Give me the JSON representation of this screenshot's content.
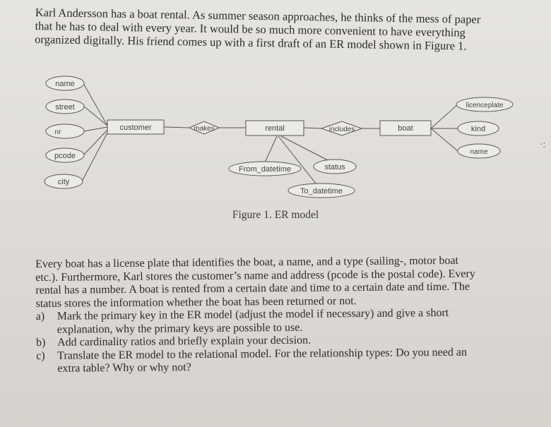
{
  "intro": [
    "Karl Andersson has a boat rental. As summer season approaches, he thinks of the mess of paper",
    "that he has to deal with every year. It would be so much more convenient to have everything",
    "organized digitally. His friend comes up with a first draft of an ER model shown in Figure 1."
  ],
  "diagram": {
    "entities": [
      "customer",
      "rental",
      "boat"
    ],
    "relationships": [
      "makes",
      "includes"
    ],
    "customer_attributes": [
      "name",
      "street",
      "nr",
      "pcode",
      "city"
    ],
    "rental_attributes": [
      "From_datetime",
      "status",
      "To_datetime"
    ],
    "boat_attributes": [
      "licenceplate",
      "kind",
      "name"
    ]
  },
  "caption": "Figure 1. ER model",
  "body": [
    "Every boat has a license plate that identifies the boat, a name, and a type (sailing-, motor boat",
    "etc.). Furthermore, Karl stores the customer’s name and address (pcode is the postal code). Every",
    "rental has a number. A boat is rented from a certain date and time to a certain date and time. The",
    "status stores the information whether the boat has been returned or not."
  ],
  "questions": [
    {
      "label": "a)",
      "lines": [
        "Mark the primary key in the ER model (adjust the model if necessary) and give a short",
        "explanation, why the primary keys are possible to use."
      ]
    },
    {
      "label": "b)",
      "lines": [
        "Add cardinality ratios and briefly explain your decision."
      ]
    },
    {
      "label": "c)",
      "lines": [
        "Translate the ER model to the relational model. For the relationship types: Do you need an",
        "extra table? Why or why not?"
      ]
    }
  ]
}
